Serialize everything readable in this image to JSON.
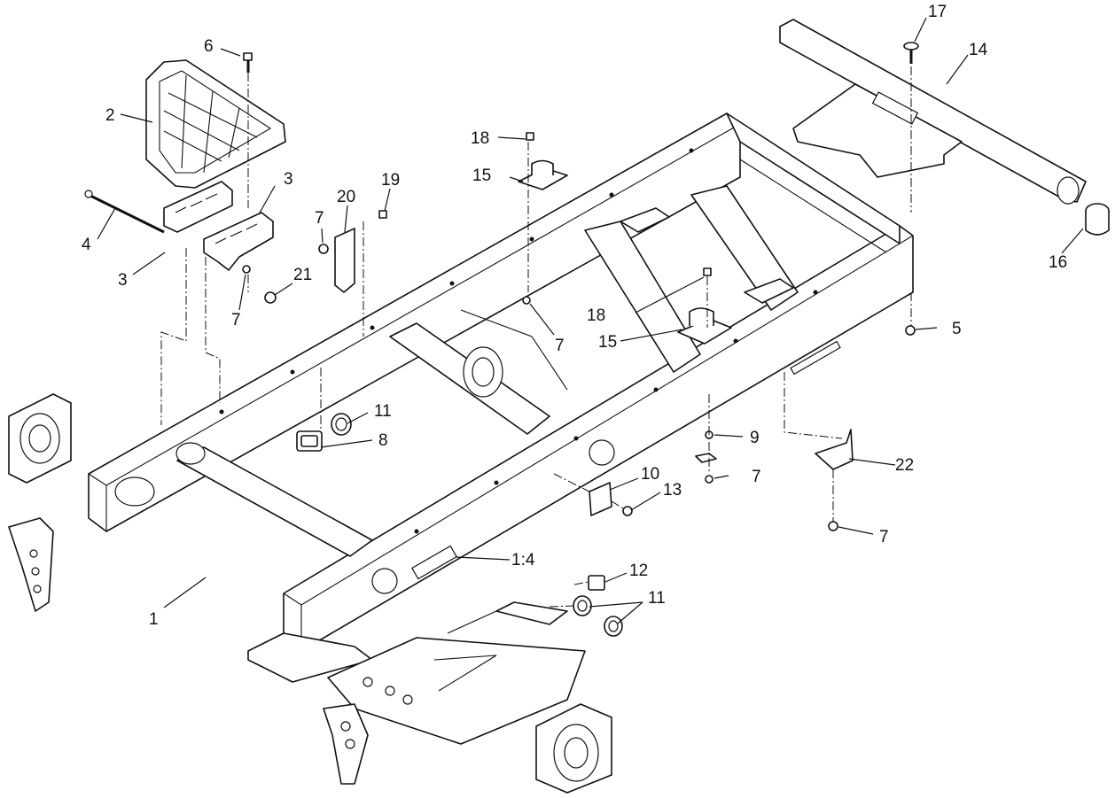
{
  "diagram": {
    "callouts": [
      {
        "id": "c1",
        "text": "1"
      },
      {
        "id": "c2",
        "text": "2"
      },
      {
        "id": "c3a",
        "text": "3"
      },
      {
        "id": "c3b",
        "text": "3"
      },
      {
        "id": "c4",
        "text": "4"
      },
      {
        "id": "c5",
        "text": "5"
      },
      {
        "id": "c6",
        "text": "6"
      },
      {
        "id": "c7a",
        "text": "7"
      },
      {
        "id": "c7b",
        "text": "7"
      },
      {
        "id": "c7c",
        "text": "7"
      },
      {
        "id": "c7d",
        "text": "7"
      },
      {
        "id": "c7e",
        "text": "7"
      },
      {
        "id": "c8",
        "text": "8"
      },
      {
        "id": "c9",
        "text": "9"
      },
      {
        "id": "c10",
        "text": "10"
      },
      {
        "id": "c11a",
        "text": "11"
      },
      {
        "id": "c11b",
        "text": "11"
      },
      {
        "id": "c12",
        "text": "12"
      },
      {
        "id": "c13",
        "text": "13"
      },
      {
        "id": "c14",
        "text": "14"
      },
      {
        "id": "c15a",
        "text": "15"
      },
      {
        "id": "c15b",
        "text": "15"
      },
      {
        "id": "c16",
        "text": "16"
      },
      {
        "id": "c17",
        "text": "17"
      },
      {
        "id": "c18a",
        "text": "18"
      },
      {
        "id": "c18b",
        "text": "18"
      },
      {
        "id": "c19",
        "text": "19"
      },
      {
        "id": "c20",
        "text": "20"
      },
      {
        "id": "c21",
        "text": "21"
      },
      {
        "id": "c22",
        "text": "22"
      },
      {
        "id": "c14x",
        "text": "1:4"
      }
    ]
  }
}
